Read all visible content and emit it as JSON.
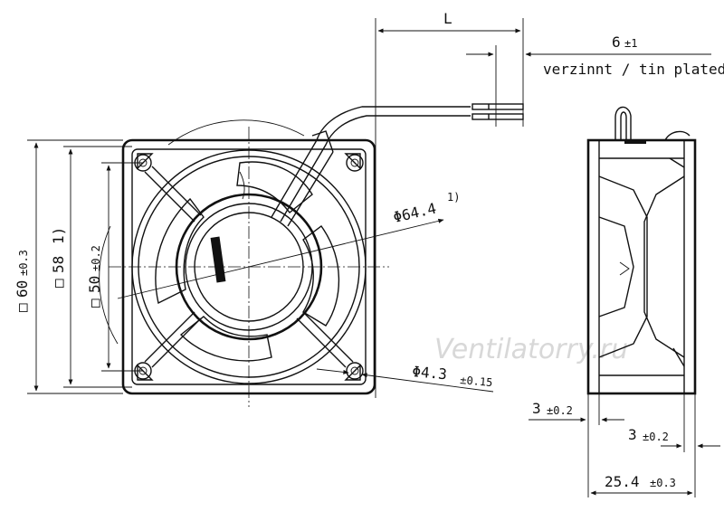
{
  "labels": {
    "L": "L",
    "lead_length": "6",
    "lead_length_tol": "±1",
    "tin_plated": "verzinnt / tin plated",
    "diameter_outer": "Φ64.4",
    "note_1": "1)",
    "hole_diameter": "Φ4.3",
    "hole_tol": "±0.15",
    "frame_60": "60",
    "frame_60_tol": "±0.3",
    "frame_58": "58",
    "frame_58_note": "1)",
    "hole_spacing_50": "50",
    "hole_spacing_tol": "±0.2",
    "flange_top": "3",
    "flange_top_tol": "±0.2",
    "flange_bottom": "3",
    "flange_bottom_tol": "±0.2",
    "depth": "25.4",
    "depth_tol": "±0.3",
    "square_symbol": "□"
  },
  "watermark": "Ventilatorry.ru",
  "colors": {
    "line": "#111111",
    "watermark": "#d8d8d8",
    "background": "#ffffff"
  }
}
